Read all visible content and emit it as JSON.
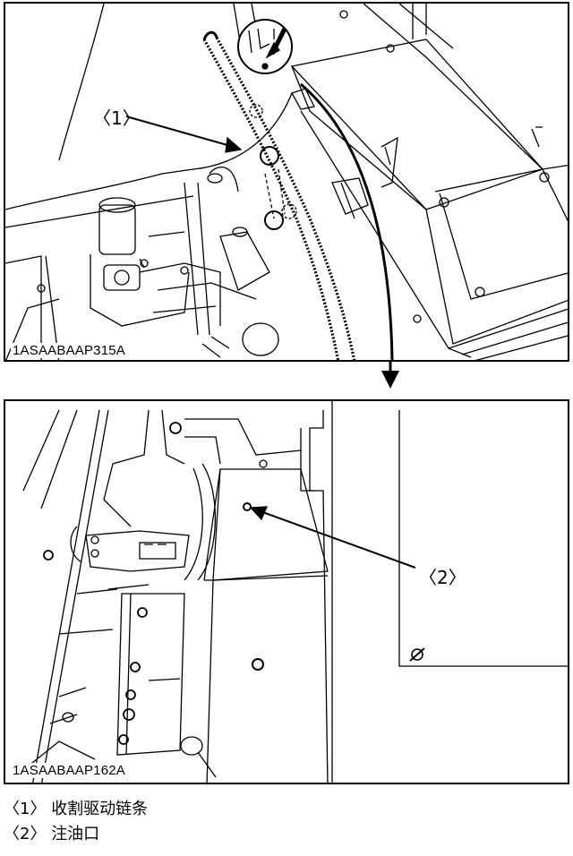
{
  "figure_top": {
    "code": "1ASAABAAP315A",
    "callout": "〈1〉"
  },
  "figure_bottom": {
    "code": "1ASAABAAP162A",
    "callout": "〈2〉"
  },
  "legend": [
    {
      "key": "〈1〉",
      "text": "收割驱动链条"
    },
    {
      "key": "〈2〉",
      "text": "注油口"
    }
  ]
}
